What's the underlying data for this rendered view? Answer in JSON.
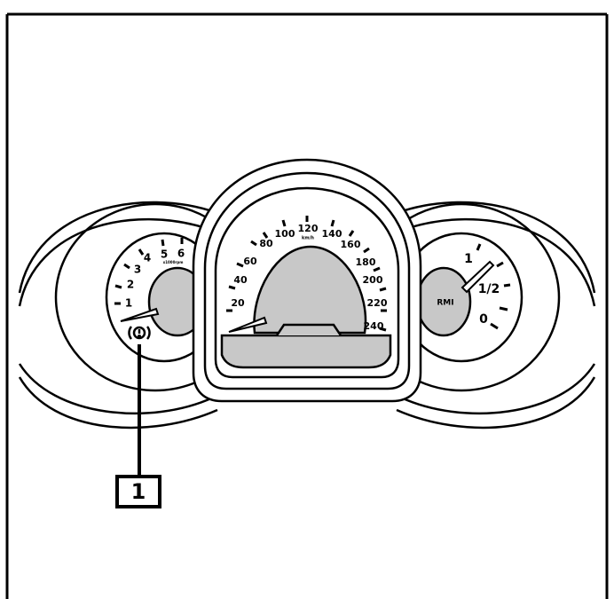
{
  "tachometer": {
    "labels": [
      "1",
      "2",
      "3",
      "4",
      "5",
      "6"
    ],
    "unit": "x1000rpm"
  },
  "speedometer": {
    "labels": [
      "20",
      "40",
      "60",
      "80",
      "100",
      "120",
      "140",
      "160",
      "180",
      "200",
      "220",
      "240"
    ],
    "unit": "km/h"
  },
  "fuel_gauge": {
    "labels": [
      "1",
      "1/2",
      "0"
    ],
    "badge": "RMI"
  },
  "callout": {
    "number": "1"
  },
  "colors": {
    "gauge_fill": "#c8c8c8",
    "stroke": "#000000",
    "background": "#ffffff"
  },
  "icons": {
    "warning": "brake-warning-icon"
  }
}
